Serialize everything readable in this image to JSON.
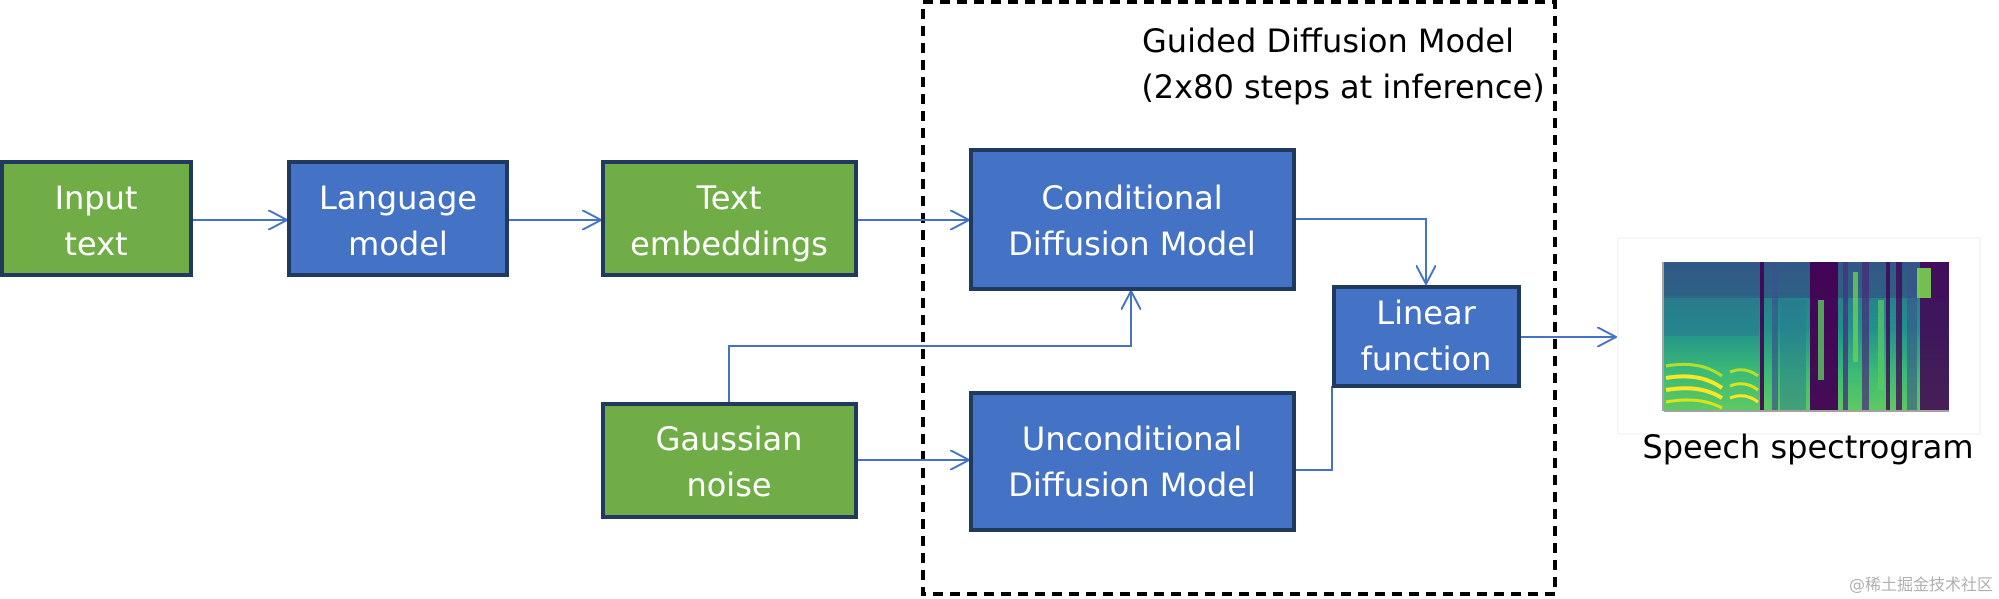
{
  "colors": {
    "green": "#70ad47",
    "blue": "#4472c4",
    "box_border": "#1f3a5c",
    "arrow": "#4472c4",
    "dashed_border": "#000000"
  },
  "group": {
    "title_line1": "Guided Diffusion Model",
    "title_line2": "(2x80 steps at inference)"
  },
  "nodes": {
    "input_text": {
      "line1": "Input",
      "line2": "text"
    },
    "language_model": {
      "line1": "Language",
      "line2": "model"
    },
    "text_embeddings": {
      "line1": "Text",
      "line2": "embeddings"
    },
    "gaussian_noise": {
      "line1": "Gaussian",
      "line2": "noise"
    },
    "conditional": {
      "line1": "Conditional",
      "line2": "Diffusion Model"
    },
    "unconditional": {
      "line1": "Unconditional",
      "line2": "Diffusion Model"
    },
    "linear": {
      "line1": "Linear",
      "line2": "function"
    }
  },
  "output": {
    "label": "Speech spectrogram"
  },
  "watermark": "@稀土掘金技术社区"
}
